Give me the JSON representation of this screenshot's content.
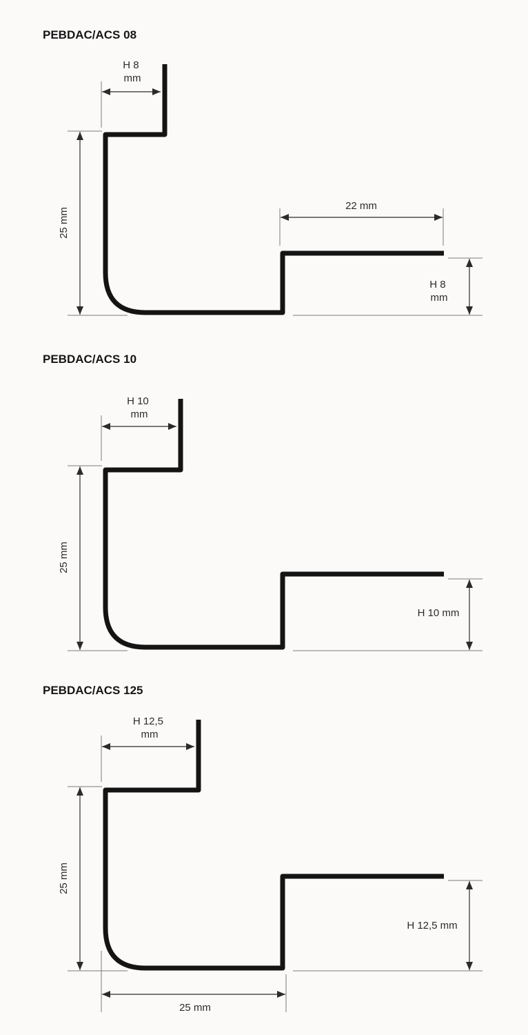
{
  "figures": [
    {
      "title": "PEBDAC/ACS 08",
      "dims": {
        "top_width": "H 8 mm",
        "height": "25 mm",
        "flange_length": "22 mm",
        "right_height": "H 8 mm"
      }
    },
    {
      "title": "PEBDAC/ACS 10",
      "dims": {
        "top_width": "H 10 mm",
        "height": "25 mm",
        "right_height": "H 10 mm"
      }
    },
    {
      "title": "PEBDAC/ACS 125",
      "dims": {
        "top_width": "H 12,5 mm",
        "height": "25 mm",
        "right_height": "H 12,5 mm",
        "bottom_width": "25 mm"
      }
    }
  ],
  "colors": {
    "profile": "#141414",
    "background": "#fcfaf9",
    "text": "#2b2b2b"
  }
}
